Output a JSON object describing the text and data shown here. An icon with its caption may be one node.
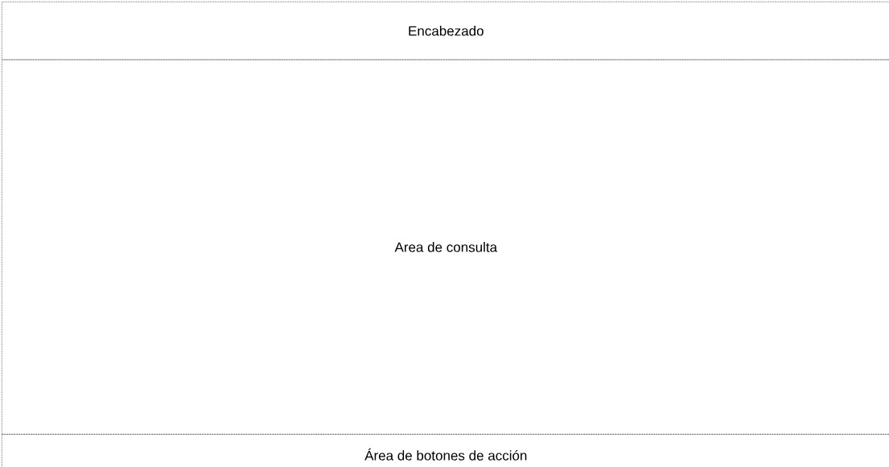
{
  "diagram": {
    "nodes": [
      {
        "text": [
          "Encabezado"
        ]
      },
      {
        "text": [
          "Area de consulta"
        ]
      },
      {
        "text": [
          "Área de botones de acción"
        ]
      }
    ]
  }
}
